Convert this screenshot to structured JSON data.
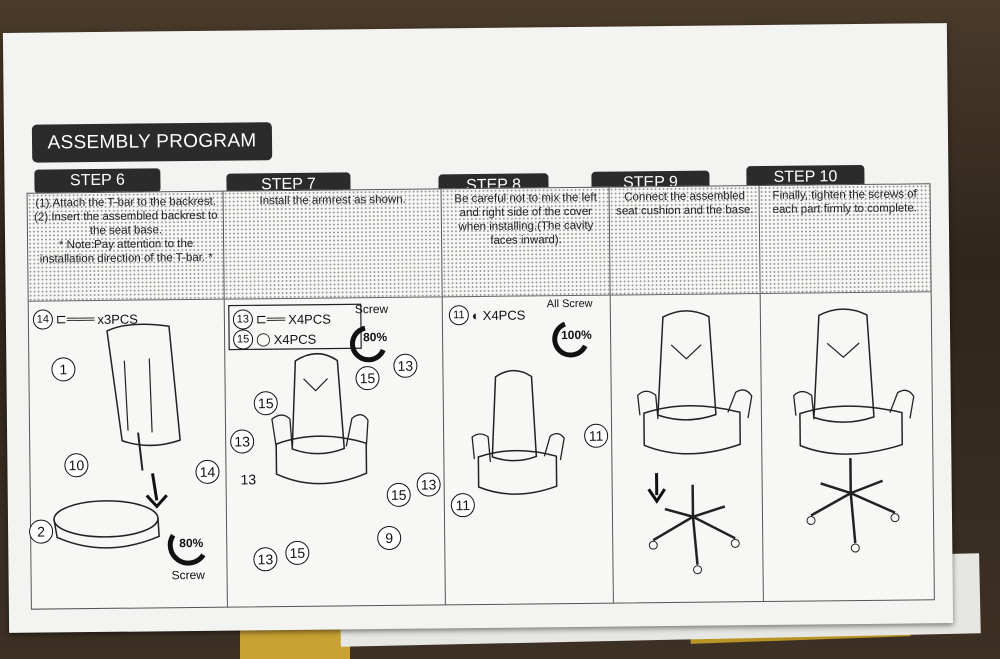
{
  "title": "ASSEMBLY PROGRAM",
  "steps": [
    {
      "tab": "STEP 6",
      "text": "(1).Attach the T-bar to the backrest.\n(2).Insert the assembled backrest to the seat base.\n* Note:Pay attention to the installation direction of the T-bar. *"
    },
    {
      "tab": "STEP 7",
      "text": "Install the armrest as shown."
    },
    {
      "tab": "STEP 8",
      "text": "Be careful not to mix the left and right side of the cover when installing.(The cavity faces inward)."
    },
    {
      "tab": "STEP 9",
      "text": "Connect the assembled seat cushion and the base."
    },
    {
      "tab": "STEP 10",
      "text": "Finally, tighten the screws of each part firmly to complete."
    }
  ],
  "step6": {
    "part_num": "14",
    "part_qty": "x3PCS",
    "rot_pct": "80%",
    "rot_label": "Screw",
    "callouts": [
      "1",
      "10",
      "14",
      "2"
    ]
  },
  "step7": {
    "parts": [
      {
        "num": "13",
        "qty": "X4PCS"
      },
      {
        "num": "15",
        "qty": "X4PCS"
      }
    ],
    "rot_label": "Screw",
    "rot_pct": "80%",
    "callouts": [
      "15",
      "13",
      "15",
      "13",
      "15",
      "13",
      "13",
      "15",
      "9"
    ],
    "label_13": "13"
  },
  "step8": {
    "part_num": "11",
    "part_qty": "X4PCS",
    "rot_label": "All Screw",
    "rot_pct": "100%",
    "callouts": [
      "11",
      "11"
    ]
  }
}
